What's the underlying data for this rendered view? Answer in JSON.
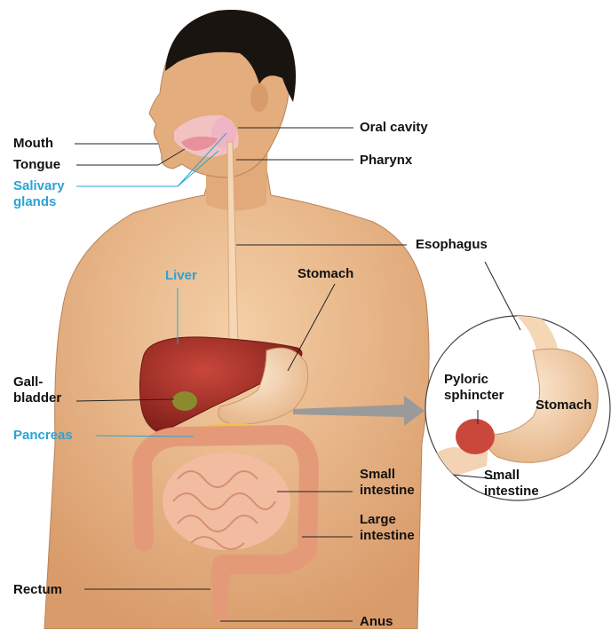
{
  "labels": {
    "mouth": "Mouth",
    "tongue": "Tongue",
    "salivary_glands": "Salivary\nglands",
    "oral_cavity": "Oral cavity",
    "pharynx": "Pharynx",
    "esophagus": "Esophagus",
    "liver": "Liver",
    "stomach": "Stomach",
    "gallbladder": "Gall-\nbladder",
    "pancreas": "Pancreas",
    "small_intestine": "Small\nintestine",
    "large_intestine": "Large\nintestine",
    "rectum": "Rectum",
    "anus": "Anus",
    "inset_pyloric_sphincter": "Pyloric\nsphincter",
    "inset_stomach": "Stomach",
    "inset_small_intestine": "Small\nintestine"
  },
  "colors": {
    "label_text": "#111111",
    "highlight_label": "#2aa3d6",
    "skin": "#e8b98c",
    "hair": "#1a1410",
    "liver": "#a8322a",
    "gallbladder": "#8c8a2e",
    "stomach": "#f3d2ae",
    "intestine": "#f2bca0",
    "large_intestine": "#e49a78",
    "pancreas": "#f1c24b",
    "leader_line": "#222222",
    "arrow": "#9a9a9a"
  }
}
